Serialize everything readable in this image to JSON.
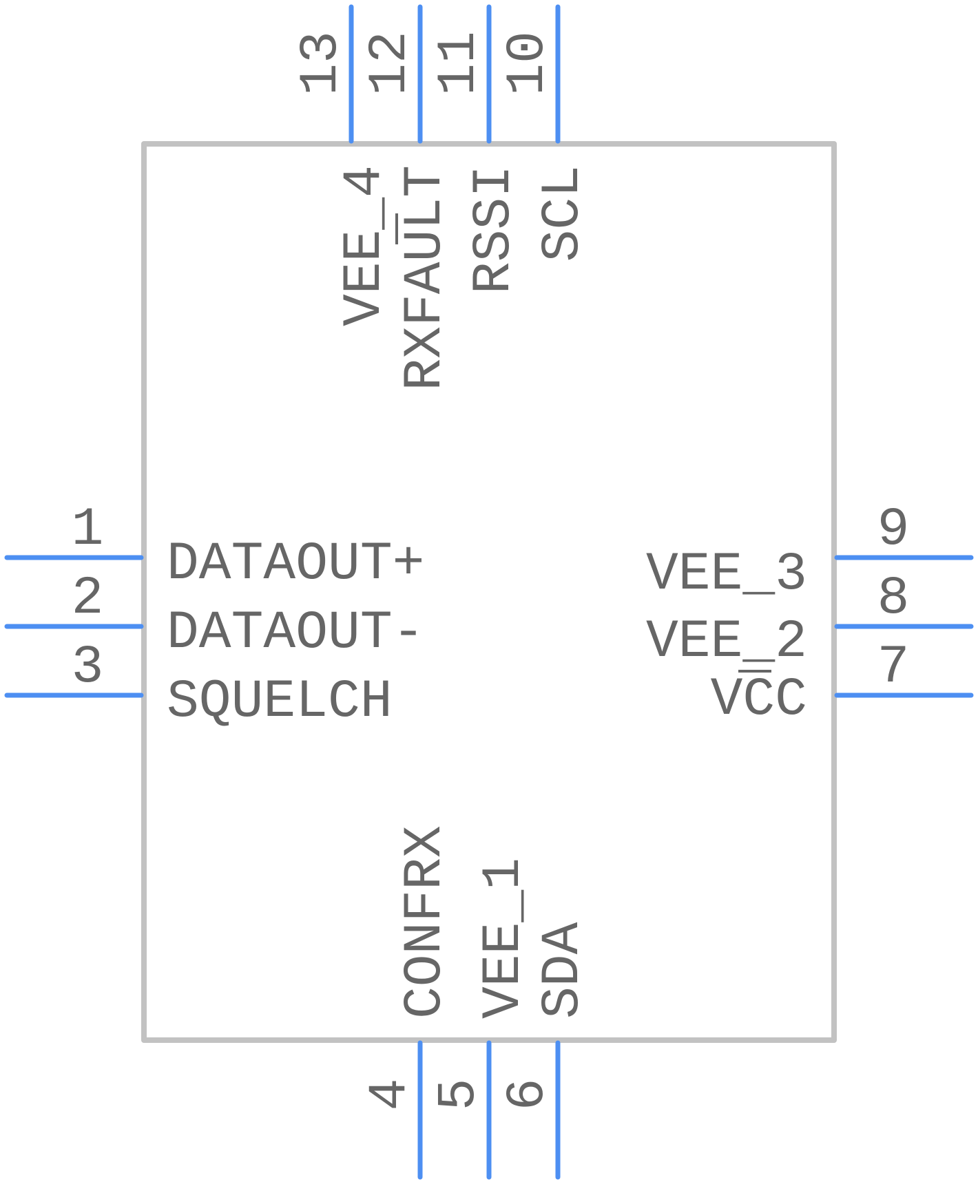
{
  "colors": {
    "pin": "#4d8ff2",
    "body_outline": "#c2c2c2",
    "text": "#666666",
    "background": "#ffffff"
  },
  "pins": {
    "p1": {
      "number": "1",
      "name": "DATAOUT+"
    },
    "p2": {
      "number": "2",
      "name": "DATAOUT-"
    },
    "p3": {
      "number": "3",
      "name": "SQUELCH"
    },
    "p4": {
      "number": "4",
      "name": "CONFRX"
    },
    "p5": {
      "number": "5",
      "name": "VEE_1"
    },
    "p6": {
      "number": "6",
      "name": "SDA"
    },
    "p7": {
      "number": "7",
      "name": "VCC"
    },
    "p8": {
      "number": "8",
      "name": "VEE_2"
    },
    "p9": {
      "number": "9",
      "name": "VEE_3"
    },
    "p10": {
      "number": "10",
      "name": "SCL"
    },
    "p11": {
      "number": "11",
      "name": "RSSI"
    },
    "p12": {
      "number": "12",
      "name": "RXFAULT"
    },
    "p13": {
      "number": "13",
      "name": "VEE_4"
    }
  }
}
